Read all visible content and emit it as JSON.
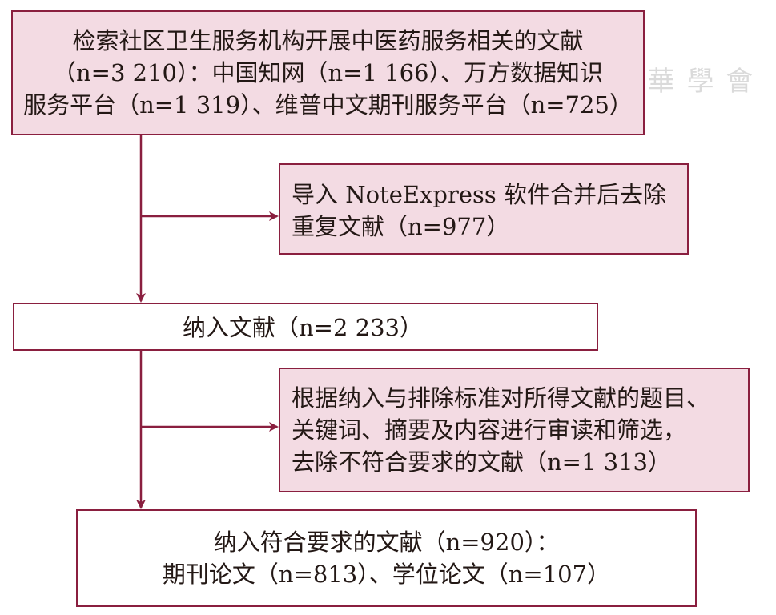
{
  "colors": {
    "border": "#8a1f3f",
    "shaded_fill": "#f3dbe3",
    "arrow": "#8a1f3f",
    "text": "#231815"
  },
  "watermark": {
    "text": "中 華 學 會"
  },
  "boxes": {
    "search": {
      "line1": "检索社区卫生服务机构开展中医药服务相关的文献",
      "line2": "（n=3 210）：中国知网（n=1 166）、万方数据知识",
      "line3": "服务平台（n=1 319）、维普中文期刊服务平台（n=725）"
    },
    "dedup": {
      "line1": "导入 NoteExpress 软件合并后去除",
      "line2": "重复文献（n=977）"
    },
    "included": {
      "line1": "纳入文献（n=2 233）"
    },
    "excluded": {
      "line1": "根据纳入与排除标准对所得文献的题目、",
      "line2": "关键词、摘要及内容进行审读和筛选，",
      "line3": "去除不符合要求的文献（n=1 313）"
    },
    "final": {
      "line1": "纳入符合要求的文献（n=920）：",
      "line2": "期刊论文（n=813）、学位论文（n=107）"
    }
  }
}
